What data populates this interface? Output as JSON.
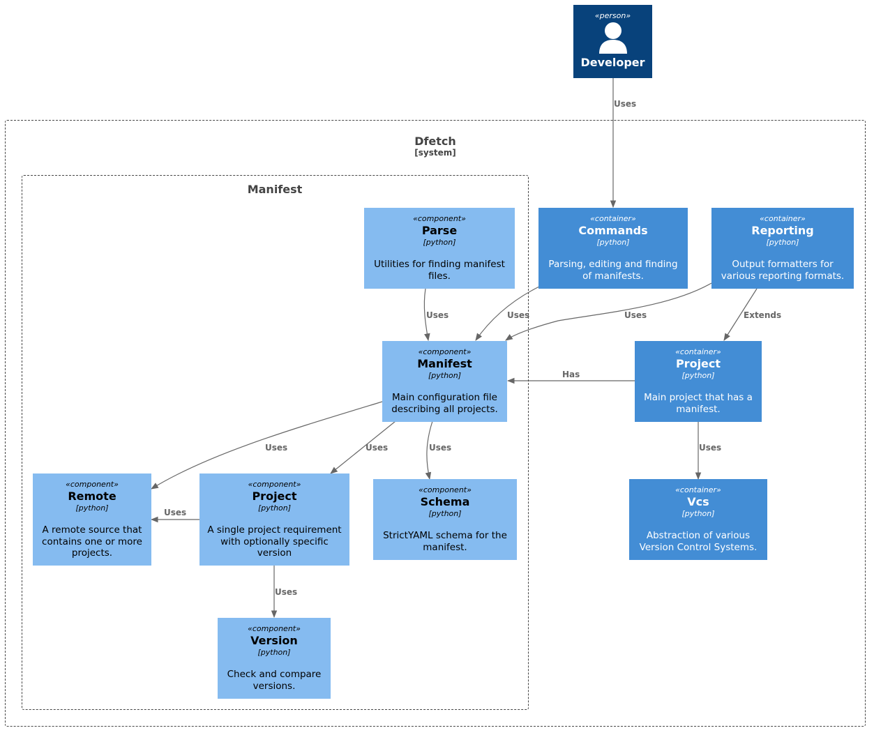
{
  "colors": {
    "component": "#85bbf0",
    "container": "#438dd5",
    "person": "#08427b",
    "edge": "#666666",
    "boundary": "#444444"
  },
  "boundaries": {
    "system": {
      "title": "Dfetch",
      "subtitle": "[system]"
    },
    "manifest": {
      "title": "Manifest"
    }
  },
  "nodes": {
    "developer": {
      "stereotype": "«person»",
      "title": "Developer",
      "icon": "person-icon"
    },
    "parse": {
      "stereotype": "«component»",
      "title": "Parse",
      "tech": "[python]",
      "desc": "Utilities for finding manifest files."
    },
    "commands": {
      "stereotype": "«container»",
      "title": "Commands",
      "tech": "[python]",
      "desc": "Parsing, editing and finding of manifests."
    },
    "reporting": {
      "stereotype": "«container»",
      "title": "Reporting",
      "tech": "[python]",
      "desc": "Output formatters for various reporting formats."
    },
    "manifest": {
      "stereotype": "«component»",
      "title": "Manifest",
      "tech": "[python]",
      "desc": "Main configuration file describing all projects."
    },
    "project_container": {
      "stereotype": "«container»",
      "title": "Project",
      "tech": "[python]",
      "desc": "Main project that has a manifest."
    },
    "remote": {
      "stereotype": "«component»",
      "title": "Remote",
      "tech": "[python]",
      "desc": "A remote source that contains one or more projects."
    },
    "project_component": {
      "stereotype": "«component»",
      "title": "Project",
      "tech": "[python]",
      "desc": "A single project requirement with optionally specific version"
    },
    "schema": {
      "stereotype": "«component»",
      "title": "Schema",
      "tech": "[python]",
      "desc": "StrictYAML schema for the manifest."
    },
    "vcs": {
      "stereotype": "«container»",
      "title": "Vcs",
      "tech": "[python]",
      "desc": "Abstraction of various Version Control Systems."
    },
    "version": {
      "stereotype": "«component»",
      "title": "Version",
      "tech": "[python]",
      "desc": "Check and compare versions."
    }
  },
  "edges": [
    {
      "from": "developer",
      "to": "commands",
      "label": "Uses"
    },
    {
      "from": "parse",
      "to": "manifest",
      "label": "Uses"
    },
    {
      "from": "commands",
      "to": "manifest",
      "label": "Uses"
    },
    {
      "from": "reporting",
      "to": "manifest",
      "label": "Uses"
    },
    {
      "from": "reporting",
      "to": "project_container",
      "label": "Extends"
    },
    {
      "from": "project_container",
      "to": "manifest",
      "label": "Has"
    },
    {
      "from": "manifest",
      "to": "remote",
      "label": "Uses"
    },
    {
      "from": "manifest",
      "to": "project_component",
      "label": "Uses"
    },
    {
      "from": "manifest",
      "to": "schema",
      "label": "Uses"
    },
    {
      "from": "project_container",
      "to": "vcs",
      "label": "Uses"
    },
    {
      "from": "project_component",
      "to": "remote",
      "label": "Uses"
    },
    {
      "from": "project_component",
      "to": "version",
      "label": "Uses"
    }
  ]
}
